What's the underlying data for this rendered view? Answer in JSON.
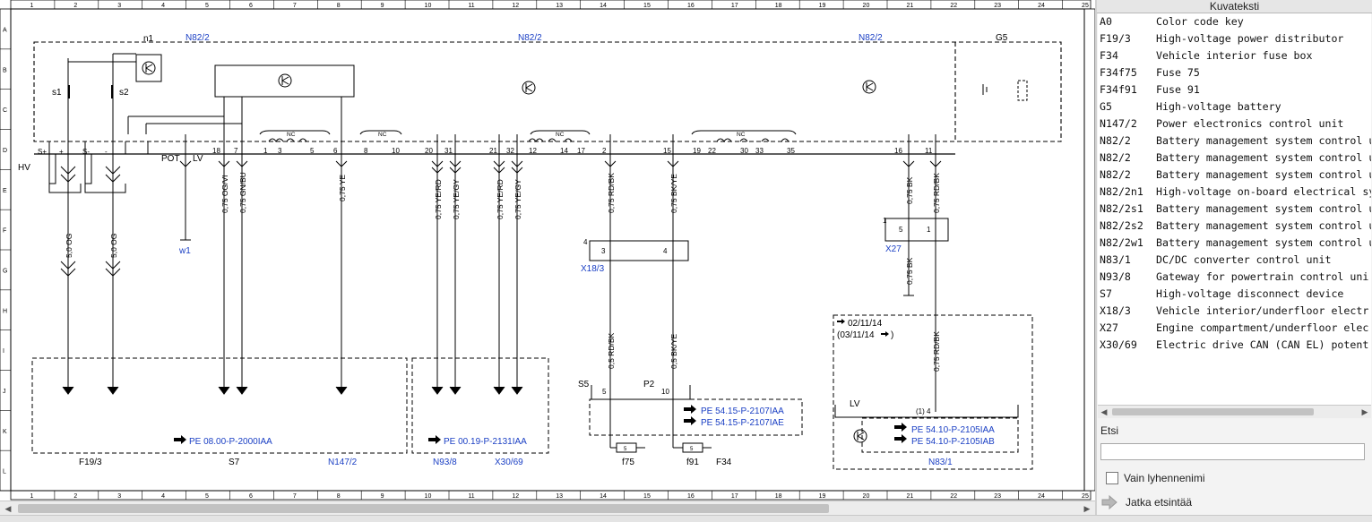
{
  "diagram": {
    "ruler_numbers": [
      "1",
      "2",
      "3",
      "4",
      "5",
      "6",
      "7",
      "8",
      "9",
      "10",
      "11",
      "12",
      "13",
      "14",
      "15",
      "16",
      "17",
      "18",
      "19",
      "20",
      "21",
      "22",
      "23",
      "24",
      "25"
    ],
    "row_letters": [
      "A",
      "B",
      "C",
      "D",
      "E",
      "F",
      "G",
      "H",
      "I",
      "J",
      "K",
      "L"
    ],
    "component_codes": {
      "n1": "n1",
      "n82_left": "N82/2",
      "n82_mid": "N82/2",
      "n82_right": "N82/2",
      "g5": "G5",
      "s1": "s1",
      "s2": "s2",
      "hv": "HV",
      "s_plus": "S+",
      "s_minus": "S-",
      "plus": "+",
      "minus": "-",
      "pot": "POT",
      "lv": "LV",
      "w1": "w1",
      "x18_3": "X18/3",
      "x27": "X27",
      "s5": "S5",
      "p2": "P2",
      "lv_n83": "LV",
      "f19_3": "F19/3",
      "s7": "S7",
      "n147_2": "N147/2",
      "n93_8": "N93/8",
      "x30_69": "X30/69",
      "f75": "f75",
      "f91": "f91",
      "f34": "F34",
      "n83_1": "N83/1"
    },
    "pin_numbers": [
      "18",
      "7",
      "1",
      "3",
      "5",
      "6",
      "8",
      "10",
      "20",
      "31",
      "21",
      "32",
      "12",
      "14",
      "17",
      "2",
      "15",
      "19",
      "22",
      "30",
      "33",
      "35",
      "16",
      "11"
    ],
    "connector_pins": {
      "x18_3_num": "4",
      "x18_3_p1": "3",
      "x18_3_p2": "4",
      "x27_num": "1",
      "x27_p1": "5",
      "x27_p2": "1",
      "s5_pin": "5",
      "p2_pin": "10",
      "n83_pin": "(1) 4",
      "fuse_5a": "5",
      "fuse_5b": "5"
    },
    "nc_label": "NC",
    "wire_labels": {
      "w1": "5,0 OG",
      "w2": "5,0 OG",
      "w3": "0,75 OG/VI",
      "w4": "0,75 GN/BU",
      "w5": "0,75 YE",
      "w6": "0,75 YE/RD",
      "w7": "0,75 YE/GY",
      "w8": "0,75 YE/RD",
      "w9": "0,75 YE/GY",
      "w10": "0,75 RD/BK",
      "w11": "0,75 BK/YE",
      "w12": "0,75 BK",
      "w13": "0,75 RD/BK",
      "w14": "0,75 BK",
      "w15": "0,5 RD/BK",
      "w16": "0,5 BK/YE",
      "w17": "0,75 RD/BK"
    },
    "references": {
      "ref1": "PE 08.00-P-2000IAA",
      "ref2": "PE 00.19-P-2131IAA",
      "ref3": "PE 54.15-P-2107IAA",
      "ref4": "PE 54.15-P-2107IAE",
      "ref5": "PE 54.10-P-2105IAA",
      "ref6": "PE 54.10-P-2105IAB"
    },
    "date_from": "02/11/14",
    "date_to": "(03/11/14 ",
    "date_to_end": ")"
  },
  "legend": {
    "title": "Kuvateksti",
    "items": [
      {
        "code": "A0",
        "text": "Color code key"
      },
      {
        "code": "F19/3",
        "text": "High-voltage power distributor"
      },
      {
        "code": "F34",
        "text": "Vehicle interior fuse box"
      },
      {
        "code": "F34f75",
        "text": "Fuse 75"
      },
      {
        "code": "F34f91",
        "text": "Fuse 91"
      },
      {
        "code": "G5",
        "text": "High-voltage battery"
      },
      {
        "code": "N147/2",
        "text": "Power electronics control unit"
      },
      {
        "code": "N82/2",
        "text": "Battery management system control u"
      },
      {
        "code": "N82/2",
        "text": "Battery management system control u"
      },
      {
        "code": "N82/2",
        "text": "Battery management system control u"
      },
      {
        "code": "N82/2n1",
        "text": "High-voltage on-board electrical sy"
      },
      {
        "code": "N82/2s1",
        "text": "Battery management system control u"
      },
      {
        "code": "N82/2s2",
        "text": "Battery management system control u"
      },
      {
        "code": "N82/2w1",
        "text": "Battery management system control u"
      },
      {
        "code": "N83/1",
        "text": "DC/DC converter control unit"
      },
      {
        "code": "N93/8",
        "text": "Gateway for powertrain control uni"
      },
      {
        "code": "S7",
        "text": "High-voltage disconnect device"
      },
      {
        "code": "X18/3",
        "text": "Vehicle interior/underfloor electr"
      },
      {
        "code": "X27",
        "text": "Engine compartment/underfloor elec"
      },
      {
        "code": "X30/69",
        "text": "Electric drive CAN (CAN EL) potent"
      }
    ]
  },
  "search": {
    "label": "Etsi",
    "value": "",
    "abbrev_label": "Vain lyhennenimi",
    "continue_label": "Jatka etsintää"
  }
}
